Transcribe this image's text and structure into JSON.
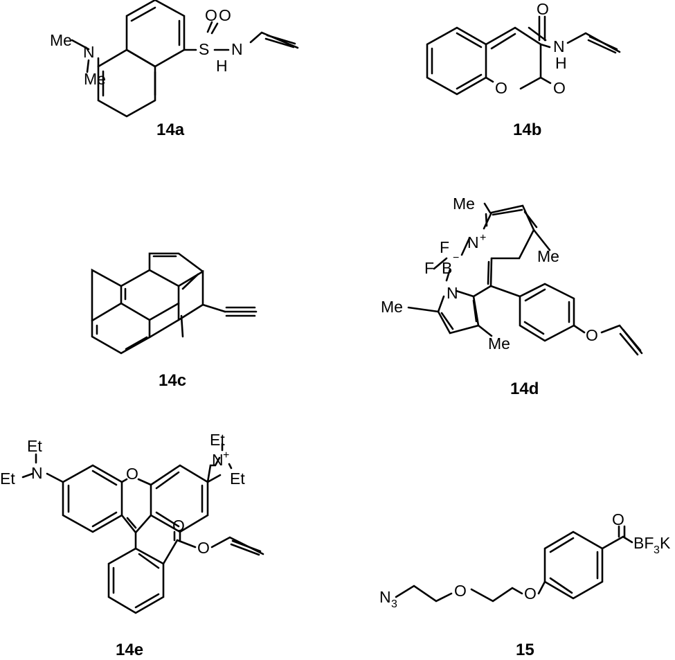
{
  "compounds": [
    {
      "id": "14a",
      "atoms": {
        "me1": "Me",
        "me2": "Me",
        "n": "N",
        "s": "S",
        "o1": "O",
        "o2": "O",
        "nh_n": "N",
        "nh_h": "H"
      }
    },
    {
      "id": "14b",
      "atoms": {
        "o_carbonyl": "O",
        "nh_n": "N",
        "nh_h": "H",
        "o_ring": "O",
        "o_lactone": "O"
      }
    },
    {
      "id": "14c",
      "atoms": {}
    },
    {
      "id": "14d",
      "atoms": {
        "me_top": "Me",
        "me_right": "Me",
        "me_left": "Me",
        "me_bottom": "Me",
        "n_plus": "N",
        "plus": "+",
        "f1": "F",
        "f2": "F",
        "b": "B",
        "minus": "−",
        "n2": "N",
        "o": "O"
      }
    },
    {
      "id": "14e",
      "atoms": {
        "et1": "Et",
        "et2": "Et",
        "n_left": "N",
        "o_xanthene": "O",
        "n_right": "N",
        "plus": "+",
        "et3": "Et",
        "et4": "Et",
        "o_ester_carbonyl": "O",
        "o_ester": "O"
      }
    },
    {
      "id": "15",
      "atoms": {
        "n3_n": "N",
        "n3_sub": "3",
        "o1": "O",
        "o2": "O",
        "o_carbonyl": "O",
        "bf3k_b": "BF",
        "bf3k_sub": "3",
        "bf3k_k": "K"
      }
    }
  ]
}
